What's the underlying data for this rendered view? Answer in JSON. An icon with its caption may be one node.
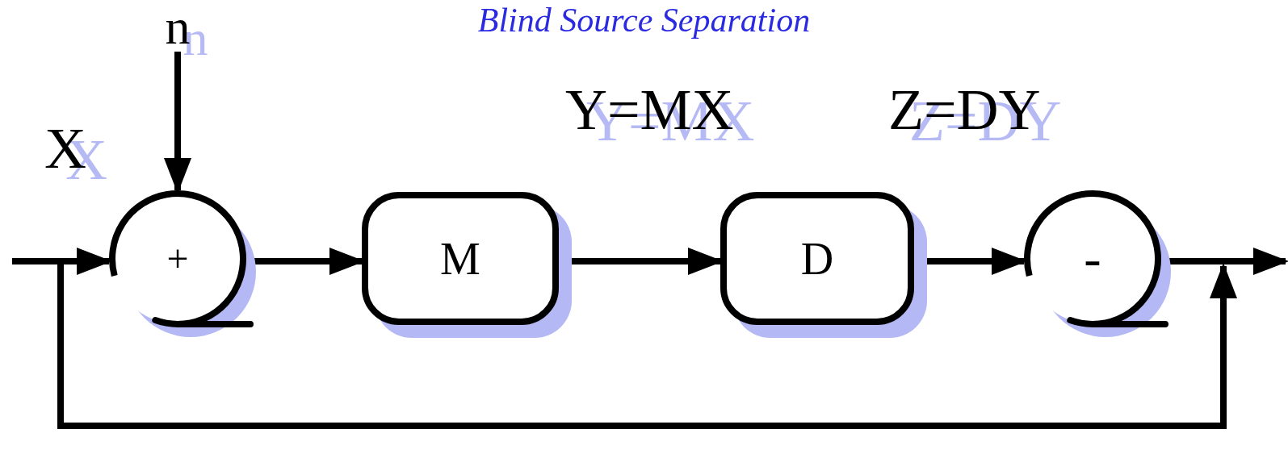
{
  "diagram": {
    "title": "Blind Source Separation",
    "nodes": [
      {
        "text": [
          "n"
        ]
      },
      {
        "text": [
          "+"
        ]
      },
      {
        "text": [
          "M"
        ]
      },
      {
        "text": [
          "D"
        ]
      },
      {
        "text": [
          "-"
        ]
      }
    ],
    "edges": [
      {
        "from": null,
        "to": 1,
        "arrow": "to"
      },
      {
        "from": 0,
        "to": 1,
        "arrow": "to"
      },
      {
        "from": 1,
        "to": 2,
        "arrow": "to"
      },
      {
        "from": 2,
        "to": 3,
        "arrow": "to",
        "label": "Y=MX"
      },
      {
        "from": 3,
        "to": 4,
        "arrow": "to",
        "label": "Z=DY"
      },
      {
        "from": 4,
        "to": null,
        "arrow": "to"
      }
    ],
    "labels": [
      "X"
    ]
  }
}
